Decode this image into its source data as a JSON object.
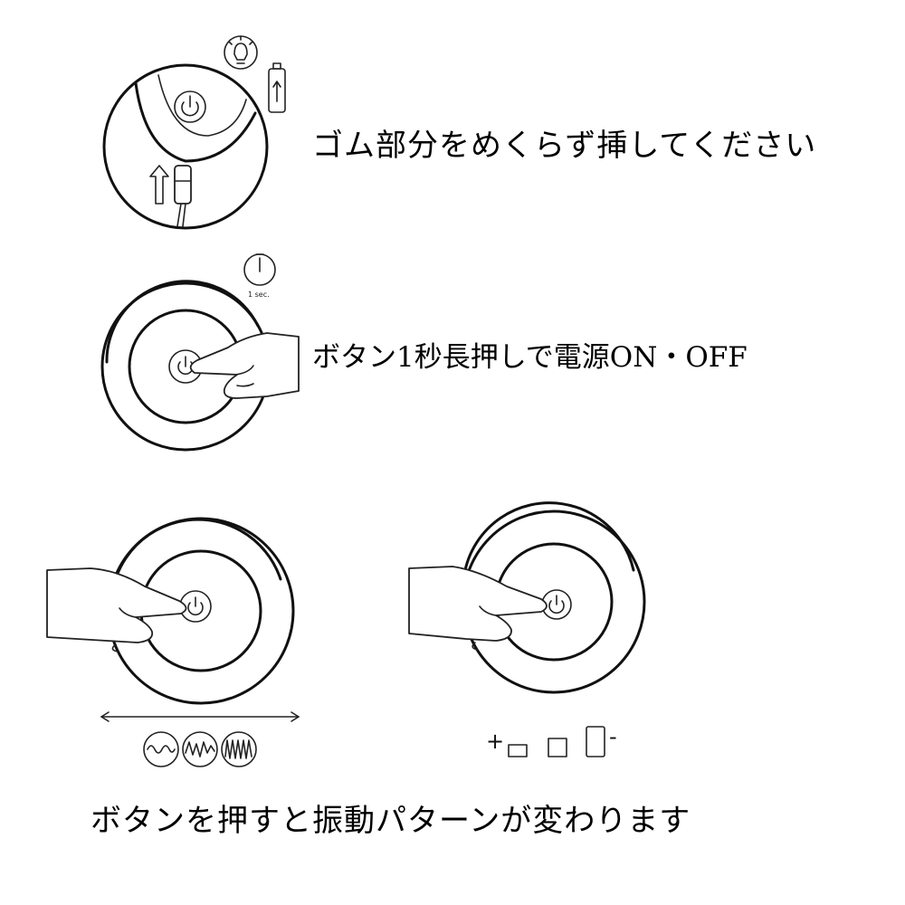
{
  "steps": [
    {
      "text": "ゴム部分をめくらず挿してください"
    },
    {
      "text": "ボタン1秒長押しで電源ON・OFF",
      "timer_label": "1 sec."
    },
    {
      "text": "ボタンを押すと振動パターンが変わります"
    }
  ],
  "intensity": {
    "plus": "+",
    "minus": "-"
  },
  "icons": [
    "bulb-icon",
    "battery-icon",
    "power-icon",
    "timer-icon",
    "hand-icon",
    "wave-pattern-icon"
  ]
}
